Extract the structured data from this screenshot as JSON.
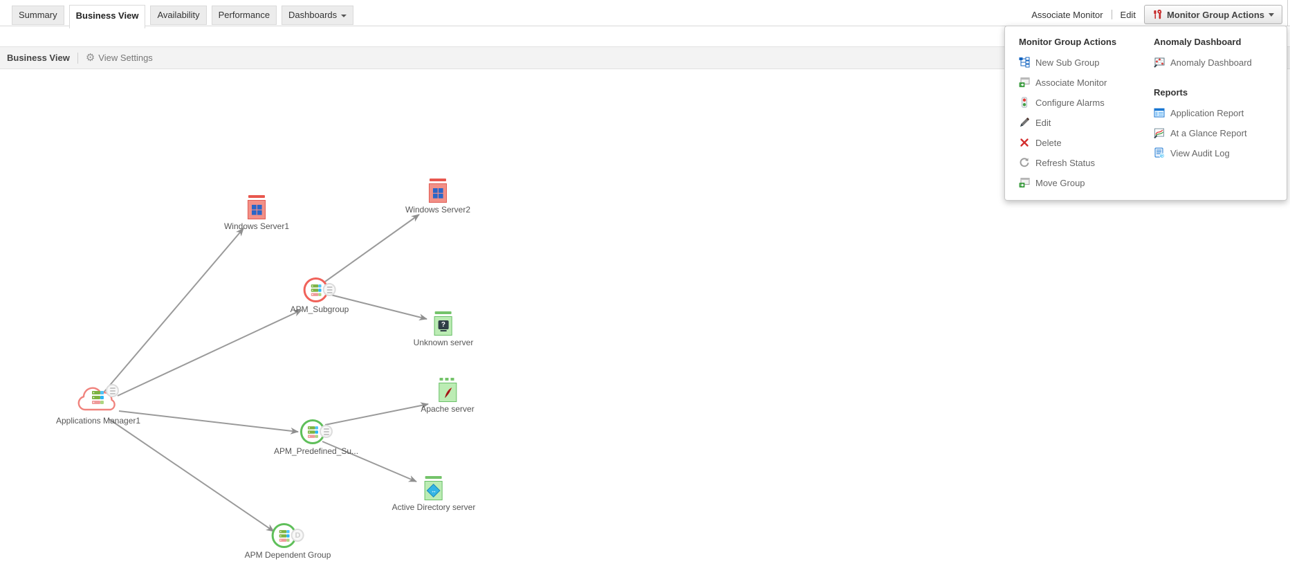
{
  "tabs": {
    "items": [
      {
        "label": "Summary",
        "active": false
      },
      {
        "label": "Business View",
        "active": true
      },
      {
        "label": "Availability",
        "active": false
      },
      {
        "label": "Performance",
        "active": false
      },
      {
        "label": "Dashboards",
        "active": false,
        "has_caret": true
      }
    ]
  },
  "header": {
    "links": [
      {
        "label": "Associate Monitor"
      },
      {
        "label": "Edit"
      }
    ],
    "actions_button": {
      "label": "Monitor Group Actions",
      "icon": "tools-icon",
      "has_caret": true
    }
  },
  "toolbar": {
    "title": "Business View",
    "view_settings_label": "View Settings",
    "gear_glyph": "⚙"
  },
  "dropdown": {
    "left": {
      "header": "Monitor Group Actions",
      "items": [
        {
          "label": "New Sub Group",
          "icon": "new-sub-group-icon"
        },
        {
          "label": "Associate Monitor",
          "icon": "associate-monitor-icon"
        },
        {
          "label": "Configure Alarms",
          "icon": "configure-alarms-icon"
        },
        {
          "label": "Edit",
          "icon": "edit-pencil-icon"
        },
        {
          "label": "Delete",
          "icon": "delete-x-icon"
        },
        {
          "label": "Refresh Status",
          "icon": "refresh-icon"
        },
        {
          "label": "Move Group",
          "icon": "move-group-icon"
        }
      ]
    },
    "right": {
      "anomaly": {
        "header": "Anomaly Dashboard",
        "items": [
          {
            "label": "Anomaly Dashboard",
            "icon": "anomaly-dashboard-icon"
          }
        ]
      },
      "reports": {
        "header": "Reports",
        "items": [
          {
            "label": "Application Report",
            "icon": "application-report-icon"
          },
          {
            "label": "At a Glance Report",
            "icon": "at-a-glance-report-icon"
          },
          {
            "label": "View Audit Log",
            "icon": "view-audit-log-icon"
          }
        ]
      }
    }
  },
  "diagram": {
    "nodes": [
      {
        "id": "applications-manager1",
        "label": "Applications Manager1",
        "type": "cloud-group",
        "status": "critical",
        "badge": "menu"
      },
      {
        "id": "windows-server1",
        "label": "Windows Server1",
        "type": "windows-server",
        "status": "critical"
      },
      {
        "id": "windows-server2",
        "label": "Windows Server2",
        "type": "windows-server",
        "status": "critical"
      },
      {
        "id": "apm-subgroup",
        "label": "APM_Subgroup",
        "type": "subgroup",
        "status": "critical",
        "badge": "menu"
      },
      {
        "id": "unknown-server",
        "label": "Unknown server",
        "type": "unknown-server",
        "status": "clear"
      },
      {
        "id": "apache-server",
        "label": "Apache server",
        "type": "apache-server",
        "status": "clear"
      },
      {
        "id": "apm-predefined-subgroup",
        "label": "APM_Predefined_Su...",
        "type": "subgroup",
        "status": "clear",
        "badge": "menu"
      },
      {
        "id": "active-directory-server",
        "label": "Active Directory server",
        "type": "active-directory-server",
        "status": "clear"
      },
      {
        "id": "apm-dependent-group",
        "label": "APM Dependent Group",
        "type": "subgroup",
        "status": "clear",
        "badge": "letter",
        "badge_letter": "D"
      }
    ],
    "edges": [
      {
        "from": "applications-manager1",
        "to": "windows-server1"
      },
      {
        "from": "applications-manager1",
        "to": "apm-subgroup"
      },
      {
        "from": "applications-manager1",
        "to": "apm-predefined-subgroup"
      },
      {
        "from": "applications-manager1",
        "to": "apm-dependent-group"
      },
      {
        "from": "apm-subgroup",
        "to": "windows-server2"
      },
      {
        "from": "apm-subgroup",
        "to": "unknown-server"
      },
      {
        "from": "apm-predefined-subgroup",
        "to": "apache-server"
      },
      {
        "from": "apm-predefined-subgroup",
        "to": "active-directory-server"
      }
    ],
    "colors": {
      "critical": "#ef5350",
      "clear": "#66bb6a",
      "arrow": "#8f8f8f"
    }
  }
}
